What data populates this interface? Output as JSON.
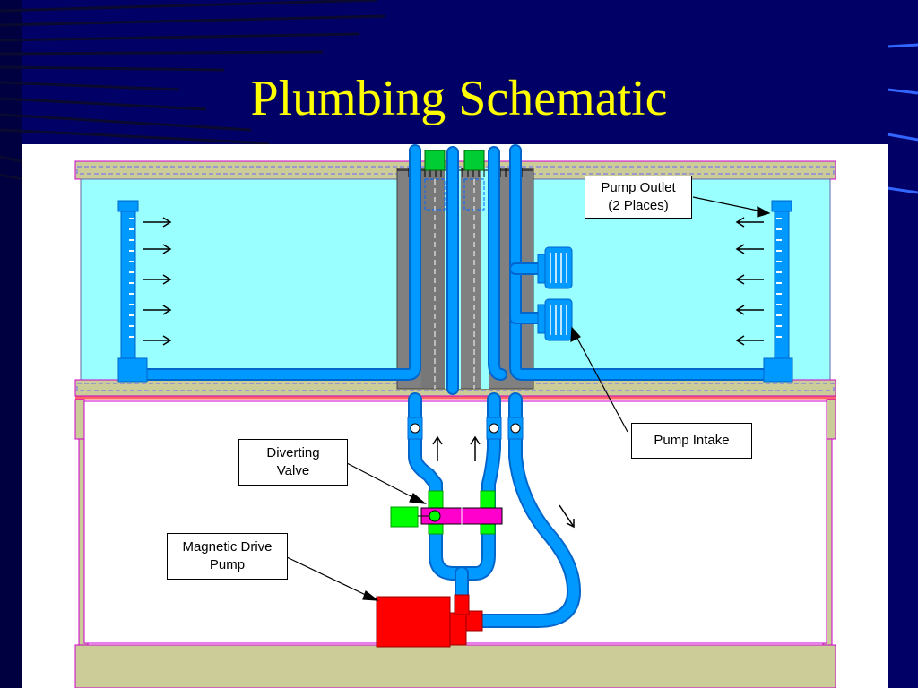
{
  "slide": {
    "title": "Plumbing Schematic"
  },
  "callouts": {
    "pump_outlet": "Pump Outlet\n(2 Places)",
    "pump_intake": "Pump Intake",
    "diverting_valve": "Diverting\nValve",
    "magnetic_drive_pump": "Magnetic Drive\nPump"
  },
  "colors": {
    "background": "#000066",
    "title": "#ffff00",
    "water": "#99ffff",
    "pipe": "#0099ff",
    "sump_tan": "#cccc99",
    "overflow_box": "#808080",
    "pump": "#ff0000",
    "valve_green": "#00ff00",
    "valve_magenta": "#ff00cc"
  }
}
